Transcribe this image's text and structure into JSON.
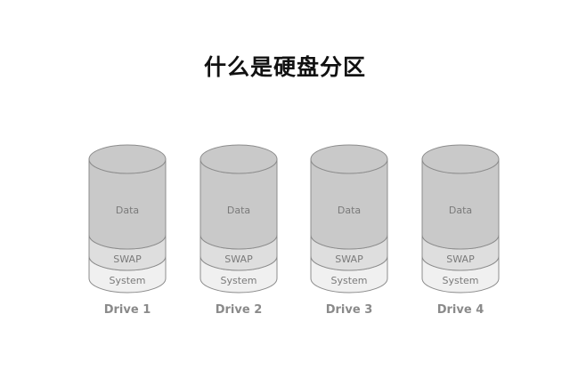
{
  "title": "什么是硬盘分区",
  "partitions": [
    "Data",
    "SWAP",
    "System"
  ],
  "drives": [
    {
      "label": "Drive 1",
      "segments": {
        "data": "Data",
        "swap": "SWAP",
        "system": "System"
      }
    },
    {
      "label": "Drive 2",
      "segments": {
        "data": "Data",
        "swap": "SWAP",
        "system": "System"
      }
    },
    {
      "label": "Drive 3",
      "segments": {
        "data": "Data",
        "swap": "SWAP",
        "system": "System"
      }
    },
    {
      "label": "Drive 4",
      "segments": {
        "data": "Data",
        "swap": "SWAP",
        "system": "System"
      }
    }
  ],
  "colors": {
    "data_fill": "#c9c9c9",
    "swap_fill": "#dedede",
    "system_fill": "#f0f0f0",
    "stroke": "#8c8c8c"
  }
}
